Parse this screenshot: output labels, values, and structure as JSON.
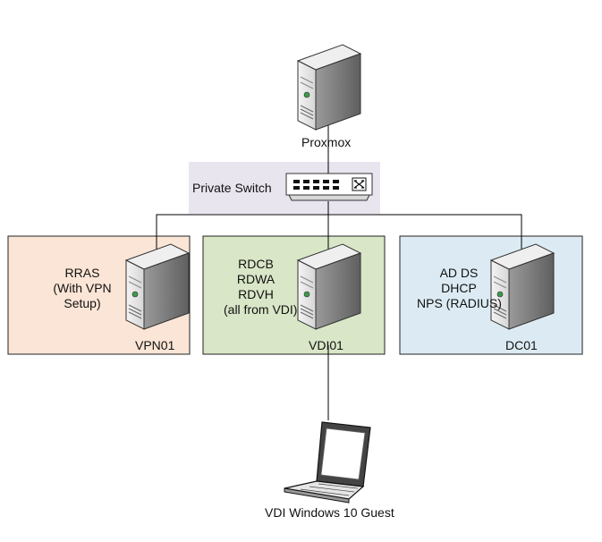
{
  "nodes": {
    "proxmox": {
      "label": "Proxmox",
      "icon": "server-icon"
    },
    "switch": {
      "label": "Private Switch",
      "icon": "network-switch-icon"
    },
    "vpn01": {
      "label": "VPN01",
      "icon": "server-icon",
      "roles": [
        "RRAS",
        "(With VPN",
        "Setup)"
      ],
      "bg": "#fbe5d6"
    },
    "vdi01": {
      "label": "VDI01",
      "icon": "server-icon",
      "roles": [
        "RDCB",
        "RDWA",
        "RDVH",
        "(all from VDI)"
      ],
      "bg": "#d9e6c7"
    },
    "dc01": {
      "label": "DC01",
      "icon": "server-icon",
      "roles": [
        "AD DS",
        "DHCP",
        "NPS (RADIUS)"
      ],
      "bg": "#dcebf3"
    },
    "guest": {
      "label": "VDI Windows 10 Guest",
      "icon": "laptop-icon"
    }
  },
  "colors": {
    "switch_band": "#e9e5ef",
    "line": "#000000",
    "box_border": "#222222"
  }
}
